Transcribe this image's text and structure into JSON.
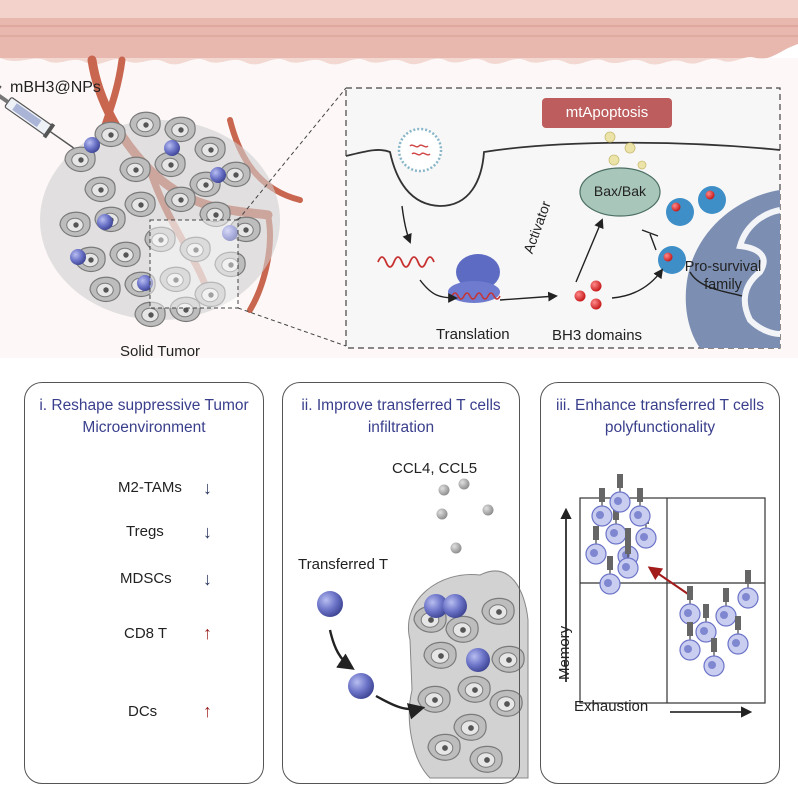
{
  "top": {
    "injection_label": "mBH3@NPs",
    "tumor_label": "Solid Tumor",
    "mechanism": {
      "apoptosis_label": "mtApoptosis",
      "bax_bak_label": "Bax/Bak",
      "activator_label": "Activator",
      "pro_survival_label": "Pro-survival family",
      "translation_label": "Translation",
      "bh3_label": "BH3 domains"
    }
  },
  "panels": [
    {
      "title": "i. Reshape suppressive Tumor Microenvironment",
      "items": [
        {
          "label": "M2-TAMs",
          "trend": "down",
          "arrow": "↓"
        },
        {
          "label": "Tregs",
          "trend": "down",
          "arrow": "↓"
        },
        {
          "label": "MDSCs",
          "trend": "down",
          "arrow": "↓"
        },
        {
          "label": "CD8 T",
          "trend": "up",
          "arrow": "↑"
        },
        {
          "label": "DCs",
          "trend": "up",
          "arrow": "↑"
        }
      ]
    },
    {
      "title": "ii. Improve  transferred T cells infiltration",
      "chemokines_label": "CCL4, CCL5",
      "transferred_label": "Transferred T"
    },
    {
      "title": "iii. Enhance transferred T cells polyfunctionality",
      "y_axis_label": "Memory",
      "x_axis_label": "Exhaustion"
    }
  ],
  "colors": {
    "skin": "#e8b8ae",
    "vessel": "#c86650",
    "panel_title": "#3a3f8c",
    "tcell": "#6c74c8",
    "down_arrow": "#2b3560",
    "up_arrow": "#9c1f1f",
    "apoptosis_box": "#bd5d5d",
    "mitochondria": "#7c8fb3"
  }
}
